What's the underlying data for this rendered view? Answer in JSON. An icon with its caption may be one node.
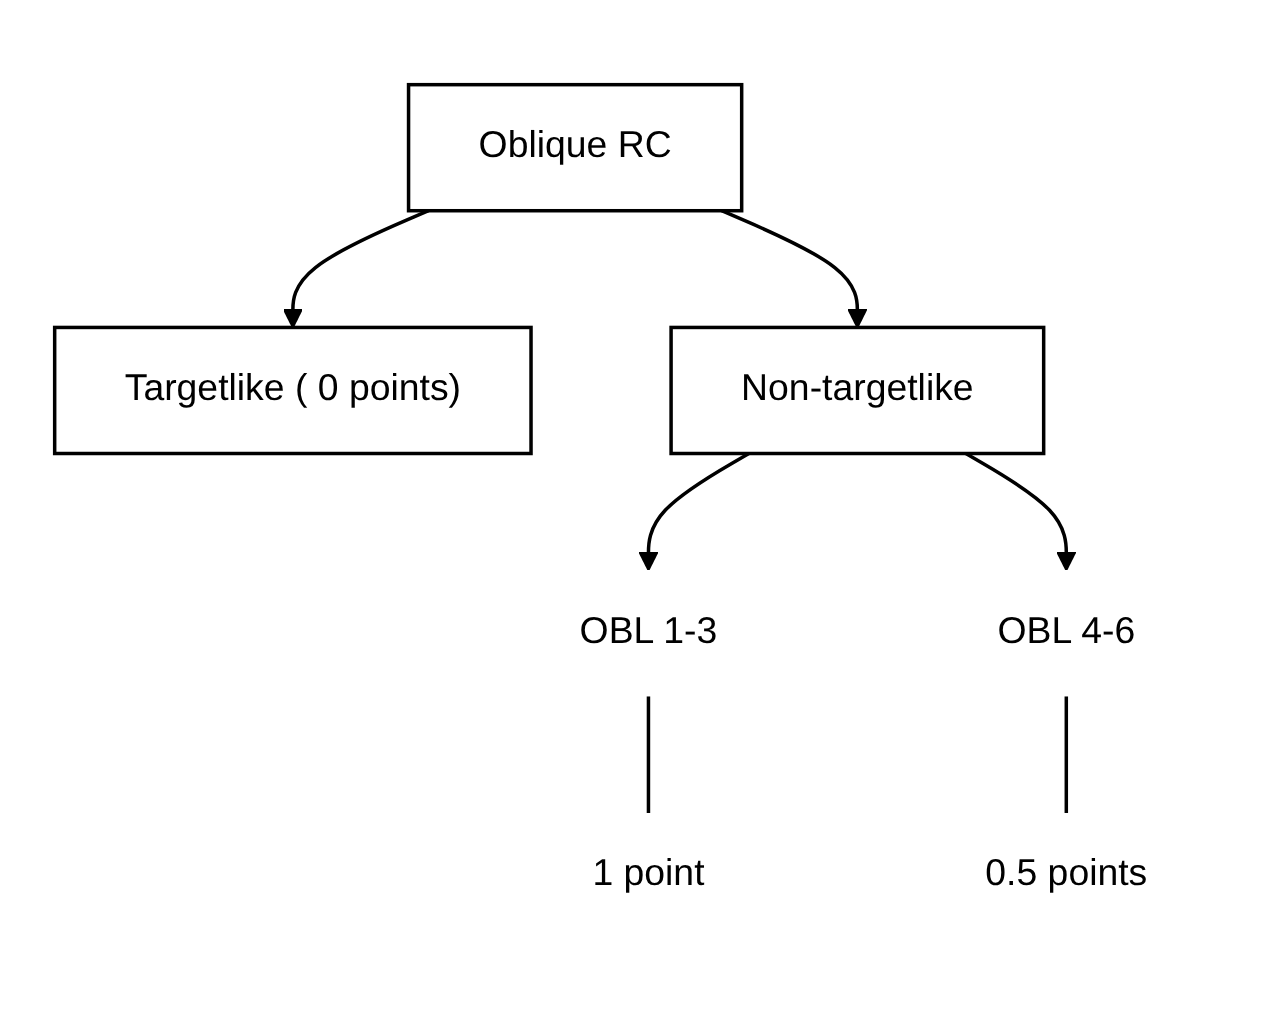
{
  "diagram": {
    "nodes": [
      {
        "text": [
          "Oblique RC"
        ]
      },
      {
        "text": [
          "Targetlike ( 0 points)"
        ]
      },
      {
        "text": [
          "Non-targetlike"
        ]
      },
      {
        "text": [
          "OBL 1-3"
        ]
      },
      {
        "text": [
          "OBL 4-6"
        ]
      },
      {
        "text": [
          "1 point"
        ]
      },
      {
        "text": [
          "0.5 points"
        ]
      }
    ],
    "edges": [
      {
        "from": 0,
        "to": 1,
        "arrow": "to"
      },
      {
        "from": 0,
        "to": 2,
        "arrow": "to"
      },
      {
        "from": 2,
        "to": 3,
        "arrow": "to"
      },
      {
        "from": 2,
        "to": 4,
        "arrow": "to"
      },
      {
        "from": 3,
        "to": 5,
        "arrow": "none"
      },
      {
        "from": 4,
        "to": 6,
        "arrow": "none"
      }
    ]
  }
}
